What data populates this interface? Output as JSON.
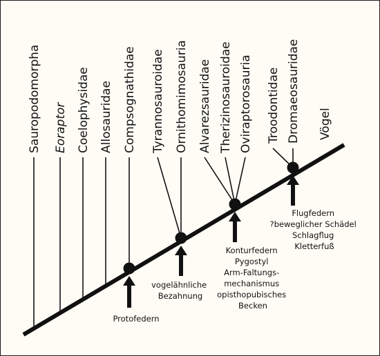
{
  "colors": {
    "background": "#fefcf5",
    "ink": "#111111"
  },
  "taxa": [
    {
      "id": "sauropodomorpha",
      "label": "Sauropodomorpha",
      "italic": false
    },
    {
      "id": "eoraptor",
      "label": "Eoraptor",
      "italic": true
    },
    {
      "id": "coelophysidae",
      "label": "Coelophysidae",
      "italic": false
    },
    {
      "id": "allosauridae",
      "label": "Allosauridae",
      "italic": false
    },
    {
      "id": "compsognathidae",
      "label": "Compsognathidae",
      "italic": false
    },
    {
      "id": "tyrannosauroidae",
      "label": "Tyrannosauroidae",
      "italic": false
    },
    {
      "id": "ornithomimosauria",
      "label": "Ornithomimosauria",
      "italic": false
    },
    {
      "id": "alvarezsauridae",
      "label": "Alvarezsauridae",
      "italic": false
    },
    {
      "id": "therizinosauroidae",
      "label": "Therizinosauroidae",
      "italic": false
    },
    {
      "id": "oviraptorosauria",
      "label": "Oviraptorosauria",
      "italic": false
    },
    {
      "id": "troodontidae",
      "label": "Troodontidae",
      "italic": false
    },
    {
      "id": "dromaeosauridae",
      "label": "Dromaeosauridae",
      "italic": false
    },
    {
      "id": "voegel",
      "label": "Vögel",
      "italic": false
    }
  ],
  "nodes": [
    {
      "id": "node-protofedern",
      "lines": [
        "Protofedern"
      ]
    },
    {
      "id": "node-bezahnung",
      "lines": [
        "vogelähnliche",
        "Bezahnung"
      ]
    },
    {
      "id": "node-konturfedern",
      "lines": [
        "Konturfedern",
        "Pygostyl",
        "Arm-Faltungs-",
        "mechanismus",
        "opisthopubisches",
        "Becken"
      ]
    },
    {
      "id": "node-flugfedern",
      "lines": [
        "Flugfedern",
        "?beweglicher Schädel",
        "Schlagflug",
        "Kletterfuß"
      ]
    }
  ]
}
